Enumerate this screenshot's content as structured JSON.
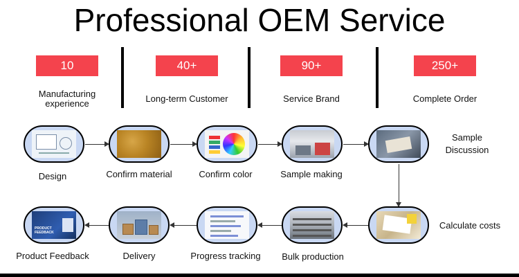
{
  "title": "Professional OEM Service",
  "stats": [
    {
      "value": "10",
      "label_line1": "Manufacturing",
      "label_line2": "experience"
    },
    {
      "value": "40+",
      "label_line1": "Long-term Customer",
      "label_line2": ""
    },
    {
      "value": "90+",
      "label_line1": "Service Brand",
      "label_line2": ""
    },
    {
      "value": "250+",
      "label_line1": "Complete Order",
      "label_line2": ""
    }
  ],
  "steps": {
    "design": "Design",
    "confirm_material": "Confirm material",
    "confirm_color": "Confirm color",
    "sample_making": "Sample making",
    "sample_discussion_line1": "Sample",
    "sample_discussion_line2": "Discussion",
    "calculate_costs": "Calculate costs",
    "bulk_production": "Bulk production",
    "progress_tracking": "Progress tracking",
    "delivery": "Delivery",
    "product_feedback": "Product Feedback"
  },
  "photo_text": {
    "feedback_line1": "PRODUCT",
    "feedback_line2": "FEEDBACK"
  },
  "colors": {
    "badge": "#f4434d",
    "node_fill": "#c9d8f3"
  },
  "icons": {
    "design": "design-sketch-photo",
    "material": "fabric-photo",
    "color": "color-wheel-photo",
    "sample": "workshop-photo",
    "discussion": "meeting-photo",
    "costs": "documents-photo",
    "bulk": "factory-floor-photo",
    "tracking": "dashboard-screenshot",
    "delivery": "parcels-photo",
    "feedback": "feedback-graphic"
  }
}
